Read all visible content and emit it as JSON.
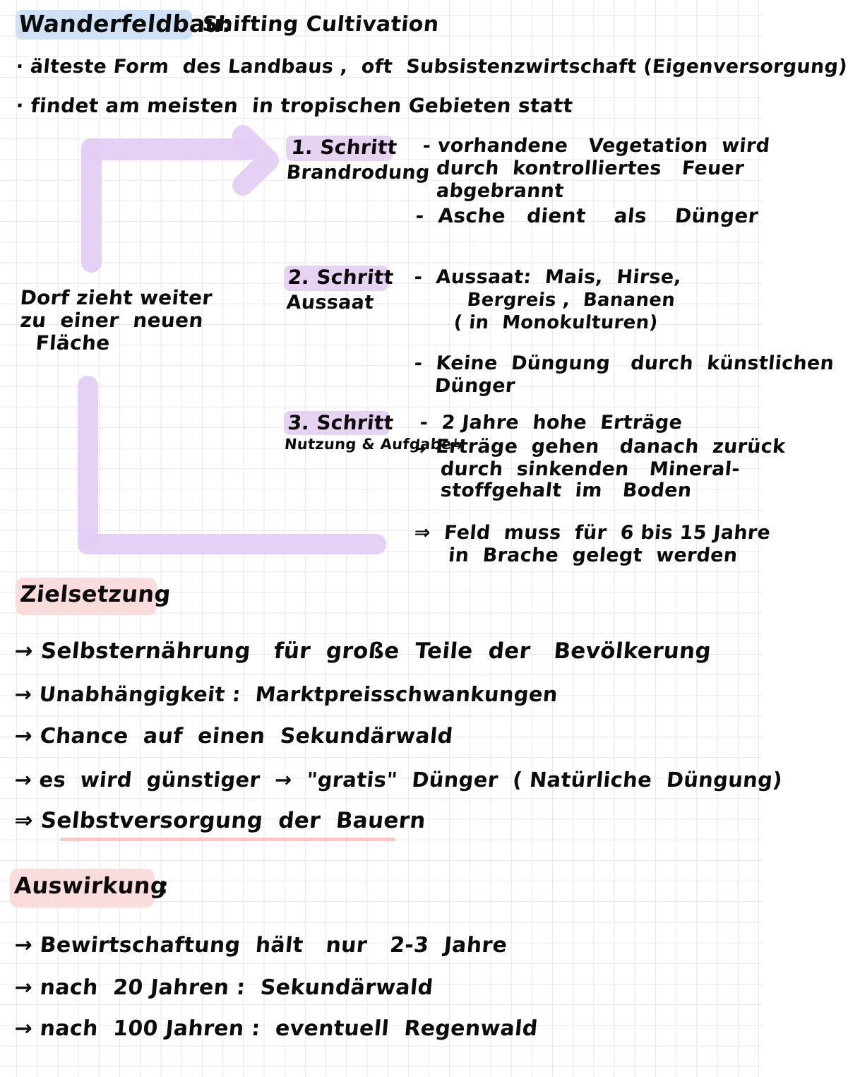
{
  "document": {
    "type": "handwritten-study-notes",
    "language": "German",
    "paper": "grid",
    "colors": {
      "ink": "#0b0b0b",
      "highlight_blue": "#cfe1f5",
      "highlight_pink": "#fadcdc",
      "highlight_purple": "#e6d3f2",
      "flow_arrow_purple": "#e4cdf5",
      "underline_pink": "#f6c9c9",
      "grid_line": "#e8e8ec"
    }
  },
  "title": {
    "term": "Wanderfeldbau:",
    "translation": "Shifting Cultivation"
  },
  "intro_bullets": [
    "· älteste Form  des Landbaus ,  oft  Subsistenzwirtschaft (Eigenversorgung)",
    "· findet am meisten  in tropischen Gebieten statt"
  ],
  "cycle_note": {
    "line1": "Dorf zieht weiter",
    "line2": "zu  einer  neuen",
    "line3": "Fläche"
  },
  "steps": [
    {
      "number": "1. Schritt",
      "name": "Brandrodung",
      "details": [
        "- vorhandene   Vegetation  wird",
        "  durch  kontrolliertes   Feuer",
        "  abgebrannt",
        "-  Asche   dient    als    Dünger"
      ]
    },
    {
      "number": "2. Schritt",
      "name": "Aussaat",
      "details": [
        "-  Aussaat:  Mais,  Hirse,",
        "        Bergreis ,  Bananen",
        "      ( in  Monokulturen)",
        "",
        "-  Keine  Düngung   durch  künstlichen",
        "   Dünger"
      ]
    },
    {
      "number": "3. Schritt",
      "name": "Nutzung & Aufgabe↳",
      "details": [
        "-  2 Jahre  hohe  Erträge",
        "↳ Erträge  gehen   danach  zurück",
        "   durch  sinkenden   Mineral-",
        "   stoffgehalt  im   Boden"
      ],
      "conclusion": [
        "⇒  Feld  muss  für  6 bis 15 Jahre",
        "     in  Brache  gelegt  werden"
      ]
    }
  ],
  "sections": [
    {
      "heading": "Zielsetzung",
      "heading_colon": ":",
      "items": [
        "→ Selbsternährung   für  große  Teile  der   Bevölkerung",
        "→ Unabhängigkeit :  Marktpreisschwankungen",
        "→ Chance  auf  einen  Sekundärwald",
        "→ es  wird  günstiger  →  \"gratis\"  Dünger  ( Natürliche  Düngung)",
        "⇒ Selbstversorgung  der  Bauern"
      ]
    },
    {
      "heading": "Auswirkung",
      "heading_colon": ":",
      "items": [
        "→ Bewirtschaftung  hält   nur   2-3  Jahre",
        "→ nach  20 Jahren :  Sekundärwald",
        "→ nach  100 Jahren :  eventuell  Regenwald"
      ]
    }
  ]
}
